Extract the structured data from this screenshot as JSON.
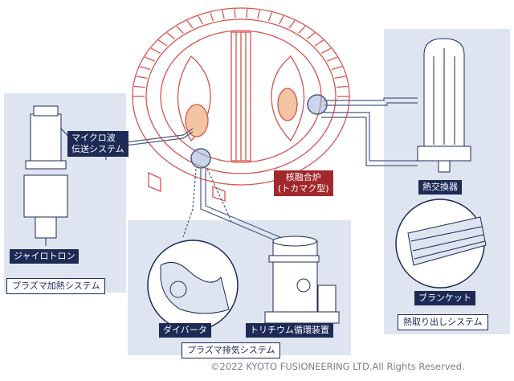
{
  "labels": {
    "microwave": [
      "マイクロ波",
      "伝送システム"
    ],
    "gyrotron": "ジャイロトロン",
    "plasma_heating": "プラズマ加熱システム",
    "fusion_reactor": [
      "核融合炉",
      "(トカマク型)"
    ],
    "heat_exchanger": "熱交換器",
    "blanket": "ブランケット",
    "heat_extraction": "熱取り出しシステム",
    "divertor": "ダイバータ",
    "tritium": "トリチウム循環装置",
    "plasma_exhaust": "プラズマ排気システム"
  },
  "copyright": "©2022 KYOTO FUSIONEERING LTD.All Rights Reserved.",
  "colors": {
    "panel": "#dfe5f0",
    "navy": "#1c2a55",
    "red": "#a3282b",
    "reactor_line": "#d9534f",
    "plasma": "#f3c5a3",
    "pipe": "#4a5a85"
  },
  "icons": [
    "gyrotron-device",
    "tokamak-reactor",
    "heat-exchanger-device",
    "blanket-module",
    "divertor-cassette",
    "tritium-plant"
  ]
}
